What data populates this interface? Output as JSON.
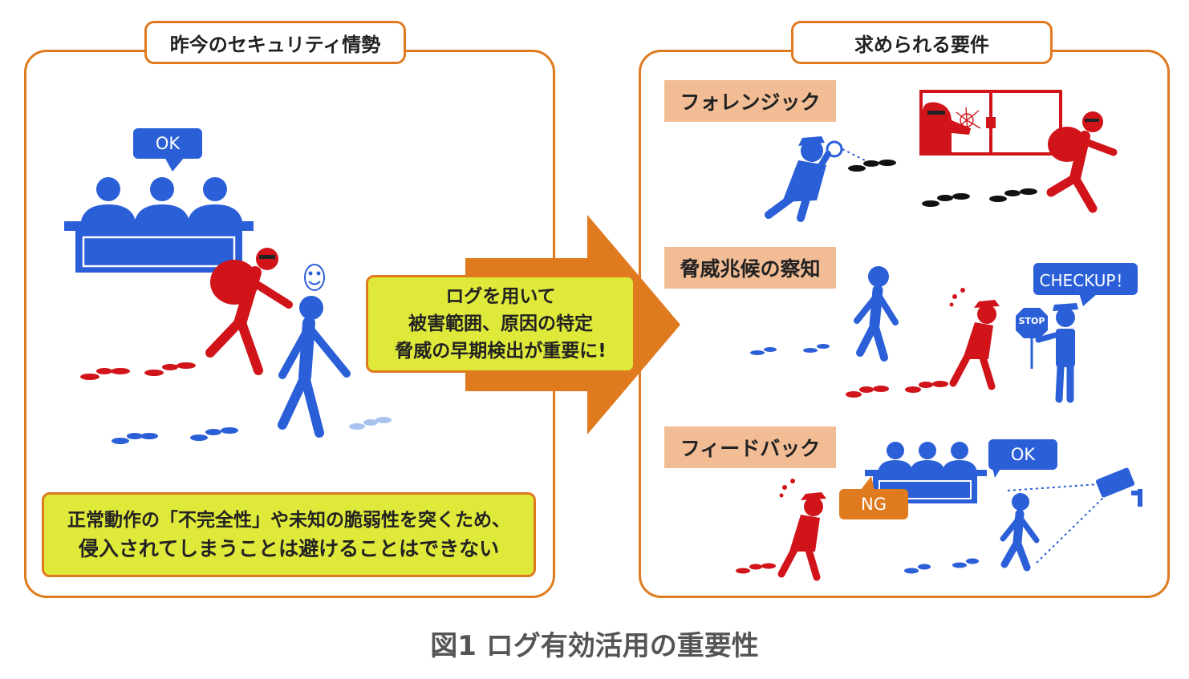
{
  "left_panel": {
    "title": "昨今のセキュリティ情勢",
    "ok_bubble": "OK",
    "note_lines": [
      "正常動作の「不完全性」や未知の脆弱性を突くため、",
      "侵入されてしまうことは避けることはできない"
    ]
  },
  "arrow_box": {
    "lines": [
      "ログを用いて",
      "被害範囲、原因の特定",
      "脅威の早期検出が重要に!"
    ]
  },
  "right_panel": {
    "title": "求められる要件",
    "sections": [
      {
        "label": "フォレンジック"
      },
      {
        "label": "脅威兆候の察知",
        "bubble": "CHECKUP！",
        "sign": "STOP"
      },
      {
        "label": "フィードバック",
        "ok_bubble": "OK",
        "ng_bubble": "NG"
      }
    ]
  },
  "caption": "図1 ログ有効活用の重要性",
  "colors": {
    "orange": "#e07a1f",
    "blue": "#2a5fd8",
    "red": "#d0141a",
    "yellow": "#dfe93a",
    "salmon": "#f2bd95"
  }
}
